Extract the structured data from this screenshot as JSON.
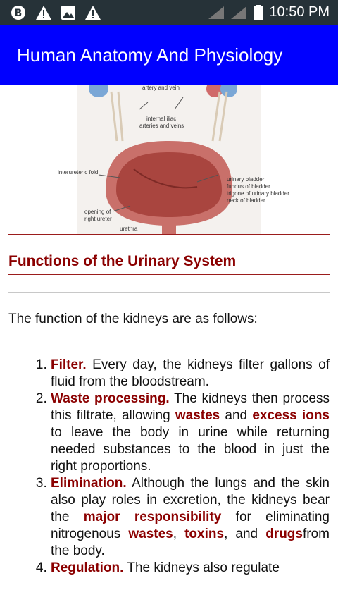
{
  "status_bar": {
    "time": "10:50 PM"
  },
  "app_bar": {
    "title": "Human Anatomy And Physiology"
  },
  "figure": {
    "labels": {
      "artery_vein": "artery and vein",
      "internal_iliac_1": "internal iliac",
      "internal_iliac_2": "arteries and veins",
      "interureteric": "interureteric fold",
      "bladder_1": "urinary bladder:",
      "bladder_2": "fundus of bladder",
      "bladder_3": "trigone of urinary bladder",
      "bladder_4": "neck of bladder",
      "opening_1": "opening of",
      "opening_2": "right ureter",
      "urethra": "urethra"
    }
  },
  "article": {
    "heading": "Functions of the Urinary System",
    "intro": "The function of the kidneys are as follows:",
    "items": [
      {
        "term": "Filter.",
        "text": " Every day, the kidneys filter gallons of fluid from the bloodstream."
      },
      {
        "term": "Waste processing.",
        "t1": " The kidneys then process this filtrate, allowing ",
        "h1": "wastes",
        "t2": " and ",
        "h2": "excess ions",
        "t3": " to leave the body in urine while returning needed substances to the blood in just the right proportions."
      },
      {
        "term": "Elimination.",
        "t1": " Although the lungs and the skin also play roles in excretion, the kidneys bear the ",
        "h1": "major responsibility",
        "t2": " for eliminating nitrogenous ",
        "h2": "wastes",
        "t3": ", ",
        "h3": "toxins",
        "t4": ", and ",
        "h4": "drugs",
        "t5": "from the body."
      },
      {
        "term": "Regulation.",
        "text": " The kidneys also regulate"
      }
    ]
  }
}
